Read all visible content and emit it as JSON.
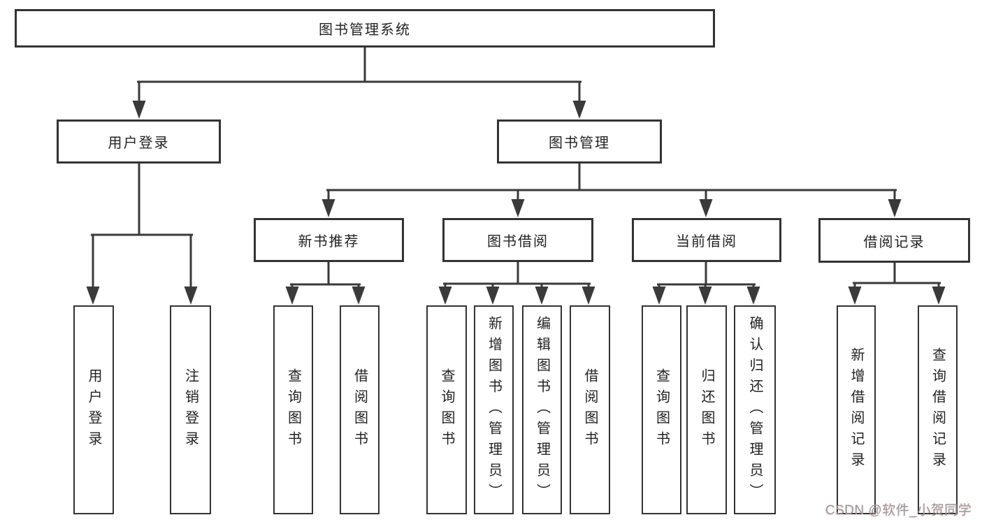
{
  "diagram": {
    "root": {
      "label": "图书管理系统"
    },
    "branches": [
      {
        "label": "用户登录",
        "children": [
          {
            "label": "用户登录"
          },
          {
            "label": "注销登录"
          }
        ]
      },
      {
        "label": "图书管理",
        "children": [
          {
            "label": "新书推荐",
            "children": [
              {
                "label": "查询图书"
              },
              {
                "label": "借阅图书"
              }
            ]
          },
          {
            "label": "图书借阅",
            "children": [
              {
                "label": "查询图书"
              },
              {
                "label": "新增图书（管理员）"
              },
              {
                "label": "编辑图书（管理员）"
              },
              {
                "label": "借阅图书"
              }
            ]
          },
          {
            "label": "当前借阅",
            "children": [
              {
                "label": "查询图书"
              },
              {
                "label": "归还图书"
              },
              {
                "label": "确认归还（管理员）"
              }
            ]
          },
          {
            "label": "借阅记录",
            "children": [
              {
                "label": "新增借阅记录"
              },
              {
                "label": "查询借阅记录"
              }
            ]
          }
        ]
      }
    ]
  },
  "watermark": "CSDN @软件_小贺同学",
  "colors": {
    "line": "#3a3a3a",
    "border": "#333333",
    "text": "#222222",
    "background": "#ffffff",
    "watermark": "#9b9b9b"
  }
}
